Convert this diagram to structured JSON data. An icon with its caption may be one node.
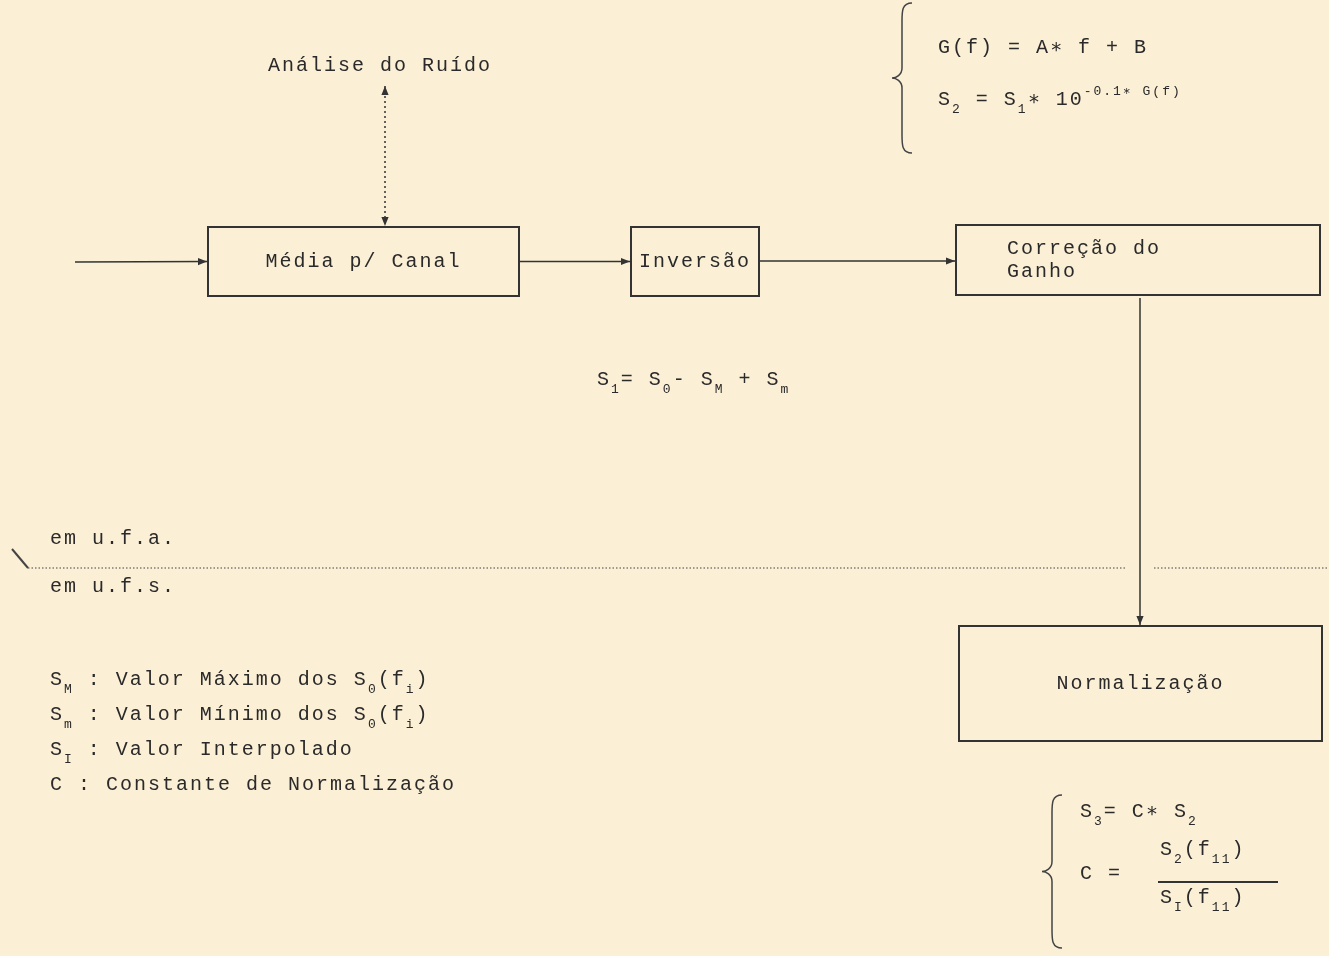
{
  "diagram": {
    "nodes": [
      {
        "text": [
          "Análise do Ruído"
        ]
      },
      {
        "text": [
          "Média p/ Canal"
        ]
      },
      {
        "text": [
          "Inversão"
        ]
      },
      {
        "text": [
          "Correção do Ganho"
        ]
      },
      {
        "text": [
          "Normalização"
        ]
      }
    ],
    "edges": [
      {
        "from": null,
        "to": 1,
        "arrow": "to"
      },
      {
        "from": 0,
        "to": 1,
        "arrow": "both",
        "style": "dashed"
      },
      {
        "from": 1,
        "to": 2,
        "arrow": "to"
      },
      {
        "from": 2,
        "to": 3,
        "arrow": "to"
      },
      {
        "from": 3,
        "to": 4,
        "arrow": "to"
      }
    ],
    "labels": [
      "G(f) = A∗ f + B",
      "S$_{2}$ = S$_{1}$∗ 10$^{-0.1∗ G(f)}$",
      "S$_{1}$= S$_{0}$- S$_{M}$ + S$_{m}$",
      "em u.f.a.",
      "em u.f.s.",
      "S$_{M}$ : Valor Máximo dos S$_{0}$(f$_{i}$)",
      "S$_{m}$ : Valor Mínimo dos S$_{0}$(f$_{i}$)",
      "S$_{I}$ : Valor Interpolado",
      "C : Constante de Normalização",
      "S$_{3}$= C∗ S$_{2}$",
      "C =",
      "S$_{2}$(f$_{11}$)",
      "S$_{I}$(f$_{11}$)"
    ]
  }
}
